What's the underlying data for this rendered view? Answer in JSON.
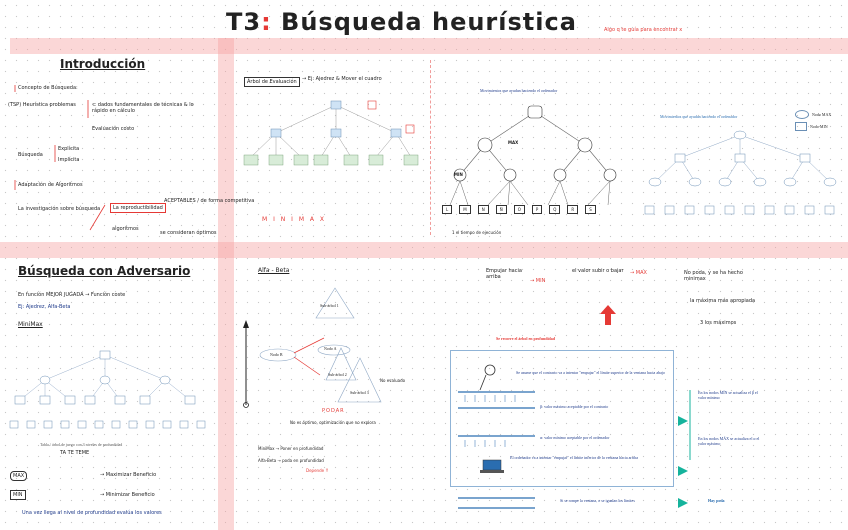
{
  "title": {
    "main": "T3",
    "colon": ":",
    "rest": "Búsqueda heurística",
    "note": "Algo q te guía para encontrar x"
  },
  "intro": {
    "heading": "Introducción",
    "concepto": "Concepto de Búsqueda:",
    "tsp": "(TSP) Heurística problemas",
    "busqueda_l": "Búsqueda",
    "busqueda_r": "⊂ dados fundamentales de técnicas & lo rápido en cálculo",
    "eval_cost": "Evaluación costo",
    "es_explic": "Explícita",
    "es_impl": "Implícita",
    "adap": "Adaptación de Algoritmos",
    "invest": "La investigación sobre búsqueda",
    "reprod": "La reproductibilidad",
    "aceptables": "ACEPTABLES / de forma competitiva",
    "algos": "algoritmos",
    "ventajas": "se consideran óptimos"
  },
  "arbol_eval": {
    "label": "Árbol de Evaluación",
    "note": "→ Ej: Ajedrez & Mover el cuadro",
    "minimax": "M I N I M A X"
  },
  "mov_top": {
    "title": "Movimientos que ayudan haciendo el ordenador",
    "max_l": "MAX",
    "min_l": "MIN",
    "nodes": [
      "L",
      "M",
      "N",
      "Ñ",
      "O",
      "P",
      "Q",
      "R",
      "S"
    ],
    "f1": "1 el tiempo de ejecución"
  },
  "mov_right": {
    "title": "Movimientos que ayudan haciendo el ordenador",
    "legend_max": "Nodo MAX",
    "legend_min": "Nodo MIN"
  },
  "adversario": {
    "heading": "Búsqueda con Adversario",
    "line1": "En función MEJOR JUGADA → Función coste",
    "line2": "Ej: Ajedrez, Alfa-Beta",
    "minimax": "MiniMax",
    "caption": "Tabla / árbol de juego con 3 niveles de profundidad",
    "tatete": "TA TE TEME",
    "max_note": "→ Maximizar Beneficio",
    "min_note": "→ Minimizar Beneficio",
    "max_lbl": "MAX",
    "min_lbl": "MIN",
    "bottom": "Una vez llega al nivel de profundidad evalúa los valores"
  },
  "alfa_beta": {
    "heading": "Alfa - Beta",
    "sub1": "Sub-árbol 1",
    "sub2": "Sub-árbol 2",
    "sub3": "Sub-árbol 3",
    "nodo_a": "Nodo A",
    "nodo_b": "Nodo B",
    "podar": "PODAR",
    "note1": "No es óptimo, optimización que no explora",
    "note2": "MiniMax → Poner en profundidad",
    "note3": "Alfa-Beta → poda en profundidad",
    "note4": "Depende !!",
    "no_eval": "No evaluado"
  },
  "mid_right": {
    "empujar": "Empujar hacia arriba",
    "min_note": "→ MIN",
    "bajar": "el valor subir o bajar",
    "max_note": "→ MAX",
    "poda_l1": "No poda, y se ha hecho minimax",
    "poda_l2": "la máxima más apropiada",
    "poda_l3": "3 los máximos"
  },
  "window": {
    "heading": "Se recorre el árbol en profundidad",
    "p1": "Se asume que el contrario va a intentar \"empujar\" el límite superior de la ventana hacia abajo",
    "beta": "β: valor máximo aceptable por el contrario",
    "alpha": "α: valor mínimo aceptable por el ordenador",
    "p2": "El ordenador va a intentar \"empujar\" el límite inferior de la ventana hacia arriba",
    "p3": "Si se rompe la ventana, o se igualan los límites",
    "hay_poda": "Hay poda",
    "r1": "En los nodos MÍN se actualiza el β el valor mínimo",
    "r2": "En los nodos MÁX se actualiza el α el valor máximo"
  },
  "colors": {
    "band": "#f5a0a0",
    "accent": "#e53935",
    "blue": "#1e3a8a",
    "teal": "#15b39c",
    "green": "#2e7d32"
  }
}
